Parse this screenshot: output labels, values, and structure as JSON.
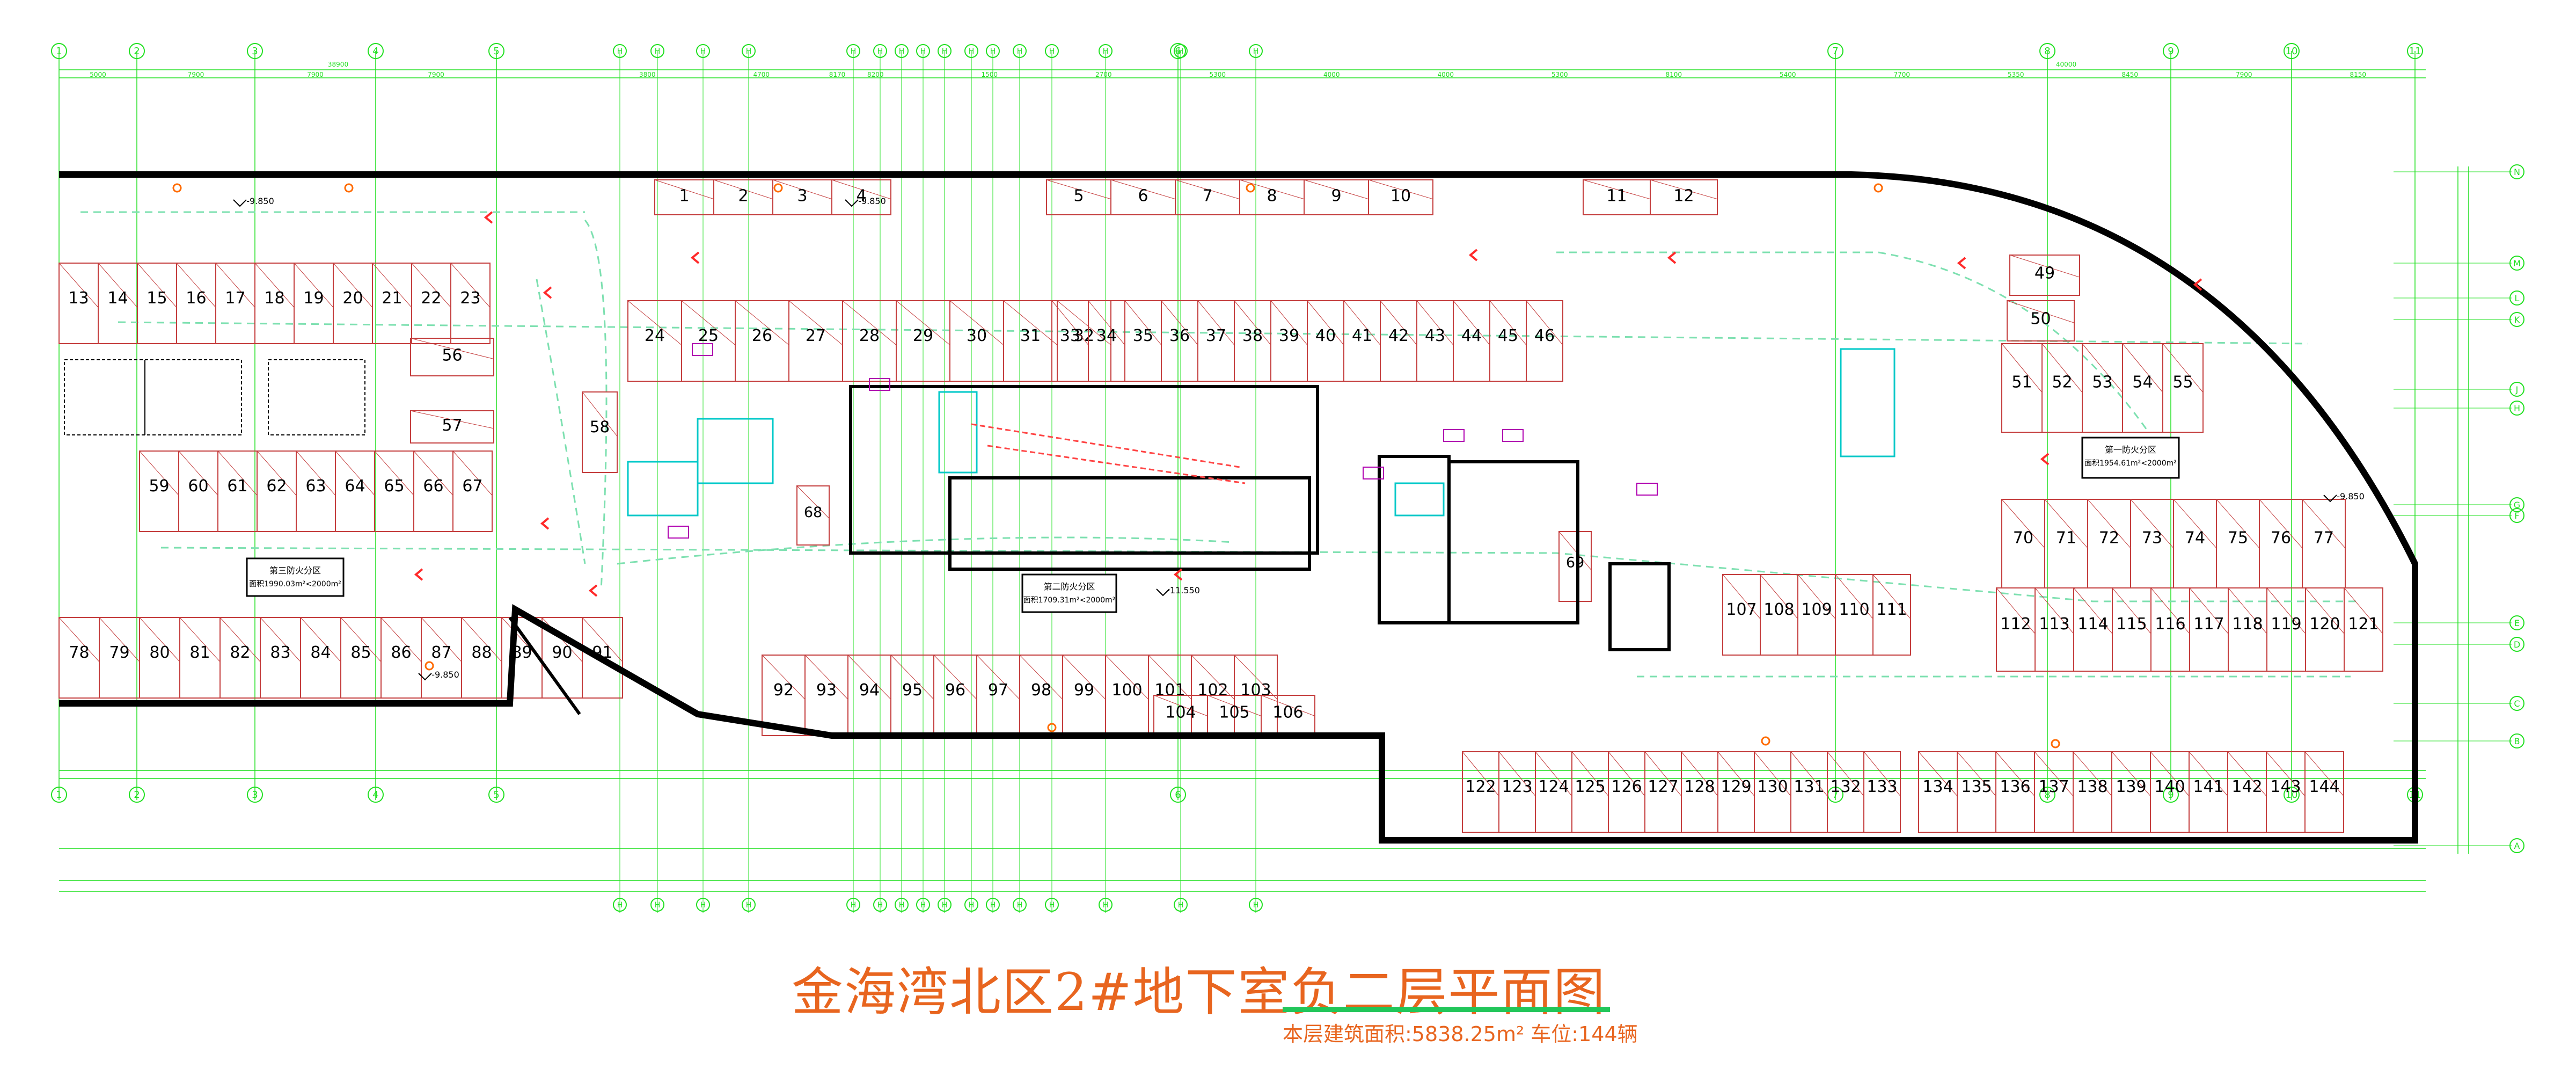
{
  "title": {
    "project": "金海湾北区2#地下室",
    "sheet": "负二层平面图",
    "area_label": "本层建筑面积:5838.25m²",
    "count_label": "车位:144辆"
  },
  "colors": {
    "axis": "#20e020",
    "wall": "#000000",
    "stall": "#c43d3d",
    "arrow": "#ff2a2a",
    "lane": "#7de0b0",
    "label": "#e8651f",
    "fire": "#ff6a00",
    "cyan": "#00c8c8",
    "magenta": "#b000b0"
  },
  "grid": {
    "top_numbers": [
      "1",
      "2",
      "3",
      "4",
      "5",
      "6",
      "7",
      "8",
      "9",
      "10",
      "11"
    ],
    "top_mid_labels": [
      "H",
      "H",
      "H",
      "H",
      "H",
      "H",
      "H",
      "H",
      "H",
      "H",
      "H",
      "H",
      "H",
      "H",
      "H",
      "H"
    ],
    "right_letters": [
      "N",
      "M",
      "L",
      "K",
      "J",
      "H",
      "G",
      "F",
      "E",
      "D",
      "C",
      "B",
      "A"
    ],
    "top_dims_left": [
      "5000",
      "7900",
      "7900",
      "7900",
      "8170"
    ],
    "top_dims_right": [
      "3800",
      "4700",
      "8200",
      "1500",
      "2700",
      "5300",
      "4000",
      "4000",
      "5300",
      "8100",
      "5400",
      "7700",
      "5350",
      "8450",
      "7900",
      "8150"
    ],
    "top_total": "38900",
    "top_total_right": "40000"
  },
  "fire_zones": [
    {
      "name": "第一防火分区",
      "area": "面积1954.61m²<2000m²"
    },
    {
      "name": "第二防火分区",
      "area": "面积1709.31m²<2000m²"
    },
    {
      "name": "第三防火分区",
      "area": "面积1990.03m²<2000m²"
    }
  ],
  "elevations": [
    "-9.850",
    "-9.850",
    "-9.850",
    "-9.850",
    "-11.550"
  ],
  "stalls": {
    "top_row_a": [
      "1",
      "2",
      "3",
      "4",
      "5",
      "6",
      "7",
      "8",
      "9",
      "10",
      "11",
      "12"
    ],
    "row_b_left": [
      "13",
      "14",
      "15",
      "16",
      "17",
      "18",
      "19",
      "20",
      "21",
      "22",
      "23"
    ],
    "row_c": [
      "24",
      "25",
      "26",
      "27",
      "28",
      "29",
      "30",
      "31",
      "32",
      "33",
      "34",
      "35",
      "36",
      "37",
      "38",
      "39",
      "40",
      "41",
      "42",
      "43",
      "44",
      "45",
      "46"
    ],
    "right_a": [
      "49",
      "50",
      "51",
      "52",
      "53",
      "54",
      "55"
    ],
    "single": [
      "56",
      "57",
      "58",
      "68",
      "69"
    ],
    "row_d_left": [
      "59",
      "60",
      "61",
      "62",
      "63",
      "64",
      "65",
      "66",
      "67"
    ],
    "right_b": [
      "70",
      "71",
      "72",
      "73",
      "74",
      "75",
      "76",
      "77"
    ],
    "row_e_left": [
      "78",
      "79",
      "80",
      "81",
      "82",
      "83",
      "84",
      "85",
      "86",
      "87",
      "88",
      "89",
      "90",
      "91",
      "92",
      "93",
      "94",
      "95",
      "96",
      "97",
      "98",
      "99",
      "100",
      "101",
      "102",
      "103",
      "104",
      "105",
      "106"
    ],
    "mid_right": [
      "107",
      "108",
      "109",
      "110",
      "111"
    ],
    "right_c": [
      "112",
      "113",
      "114",
      "115",
      "116",
      "117",
      "118",
      "119",
      "120",
      "121"
    ],
    "bottom": [
      "122",
      "123",
      "124",
      "125",
      "126",
      "127",
      "128",
      "129",
      "130",
      "131",
      "132",
      "133",
      "134",
      "135",
      "136",
      "137",
      "138",
      "139",
      "140",
      "141",
      "142",
      "143",
      "144"
    ]
  }
}
